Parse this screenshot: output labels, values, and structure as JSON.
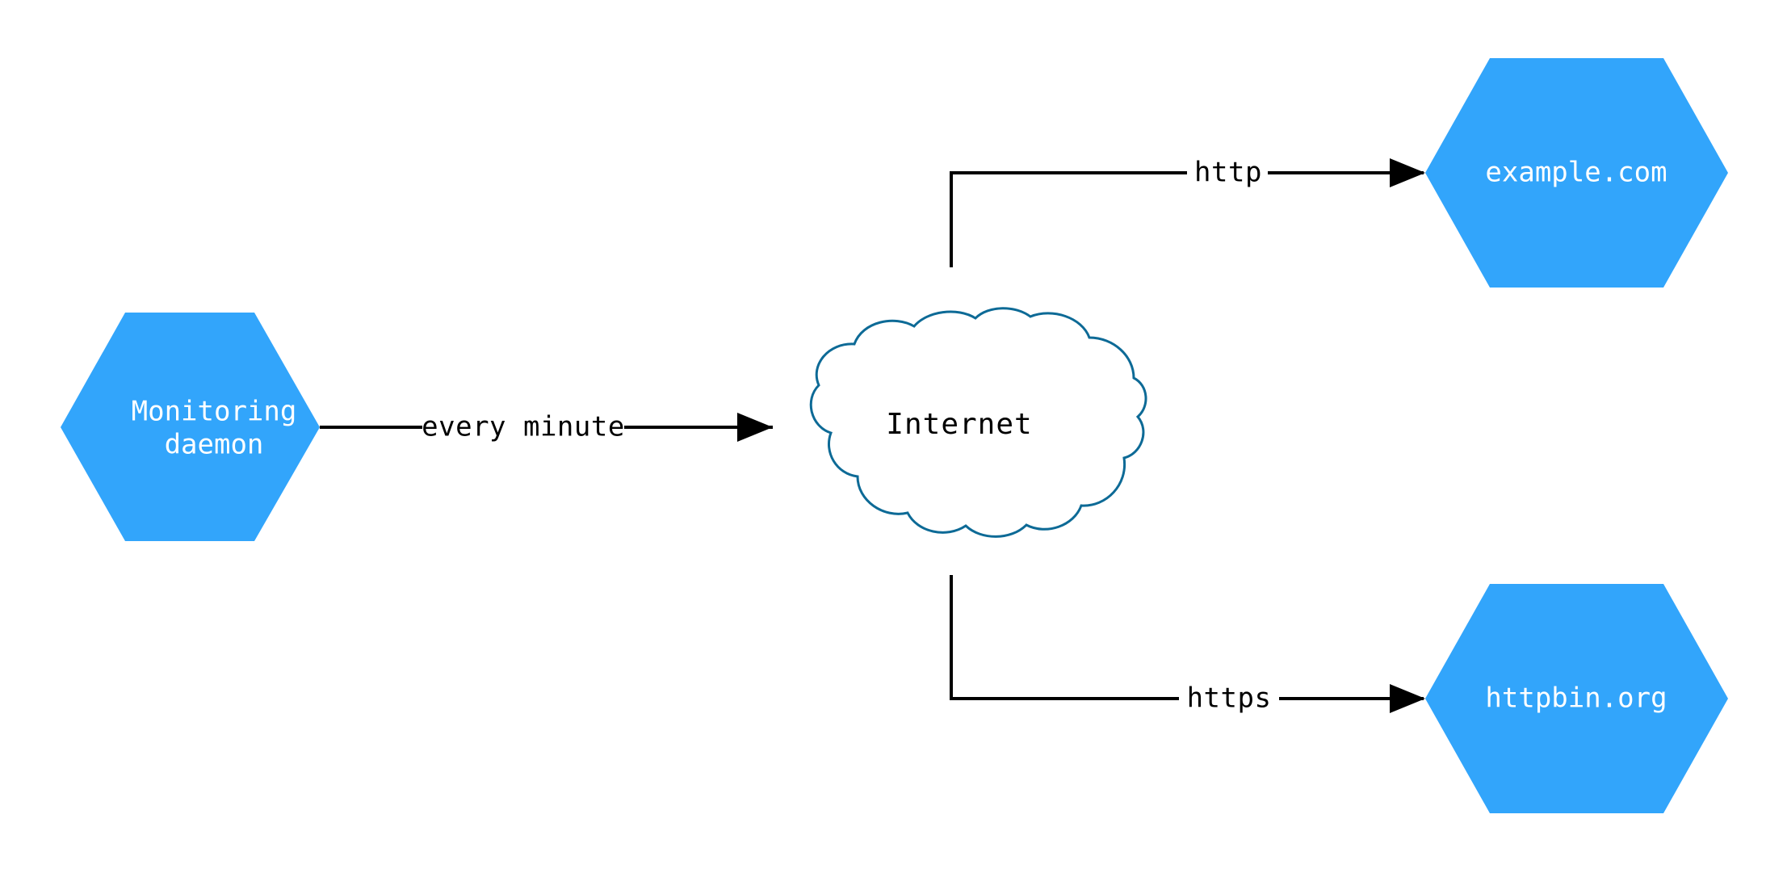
{
  "diagram": {
    "type": "network-flow-diagram",
    "background_color": "#ffffff",
    "nodes": [
      {
        "id": "monitoring-daemon",
        "shape": "hexagon",
        "label_line1": "Monitoring",
        "label_line2": "daemon",
        "fill_color": "#32a5fb",
        "text_color": "#ffffff"
      },
      {
        "id": "internet",
        "shape": "cloud",
        "label": "Internet",
        "fill_color": "#ffffff",
        "stroke_color": "#0d6a96",
        "text_color": "#000000"
      },
      {
        "id": "example-com",
        "shape": "hexagon",
        "label": "example.com",
        "fill_color": "#32a5fb",
        "text_color": "#ffffff"
      },
      {
        "id": "httpbin-org",
        "shape": "hexagon",
        "label": "httpbin.org",
        "fill_color": "#32a5fb",
        "text_color": "#ffffff"
      }
    ],
    "edges": [
      {
        "id": "daemon-to-internet",
        "from": "monitoring-daemon",
        "to": "internet",
        "label": "every minute",
        "color": "#000000",
        "arrow": "to"
      },
      {
        "id": "internet-to-example",
        "from": "internet",
        "to": "example-com",
        "label": "http",
        "color": "#000000",
        "arrow": "to"
      },
      {
        "id": "internet-to-httpbin",
        "from": "internet",
        "to": "httpbin-org",
        "label": "https",
        "color": "#000000",
        "arrow": "to"
      }
    ]
  }
}
